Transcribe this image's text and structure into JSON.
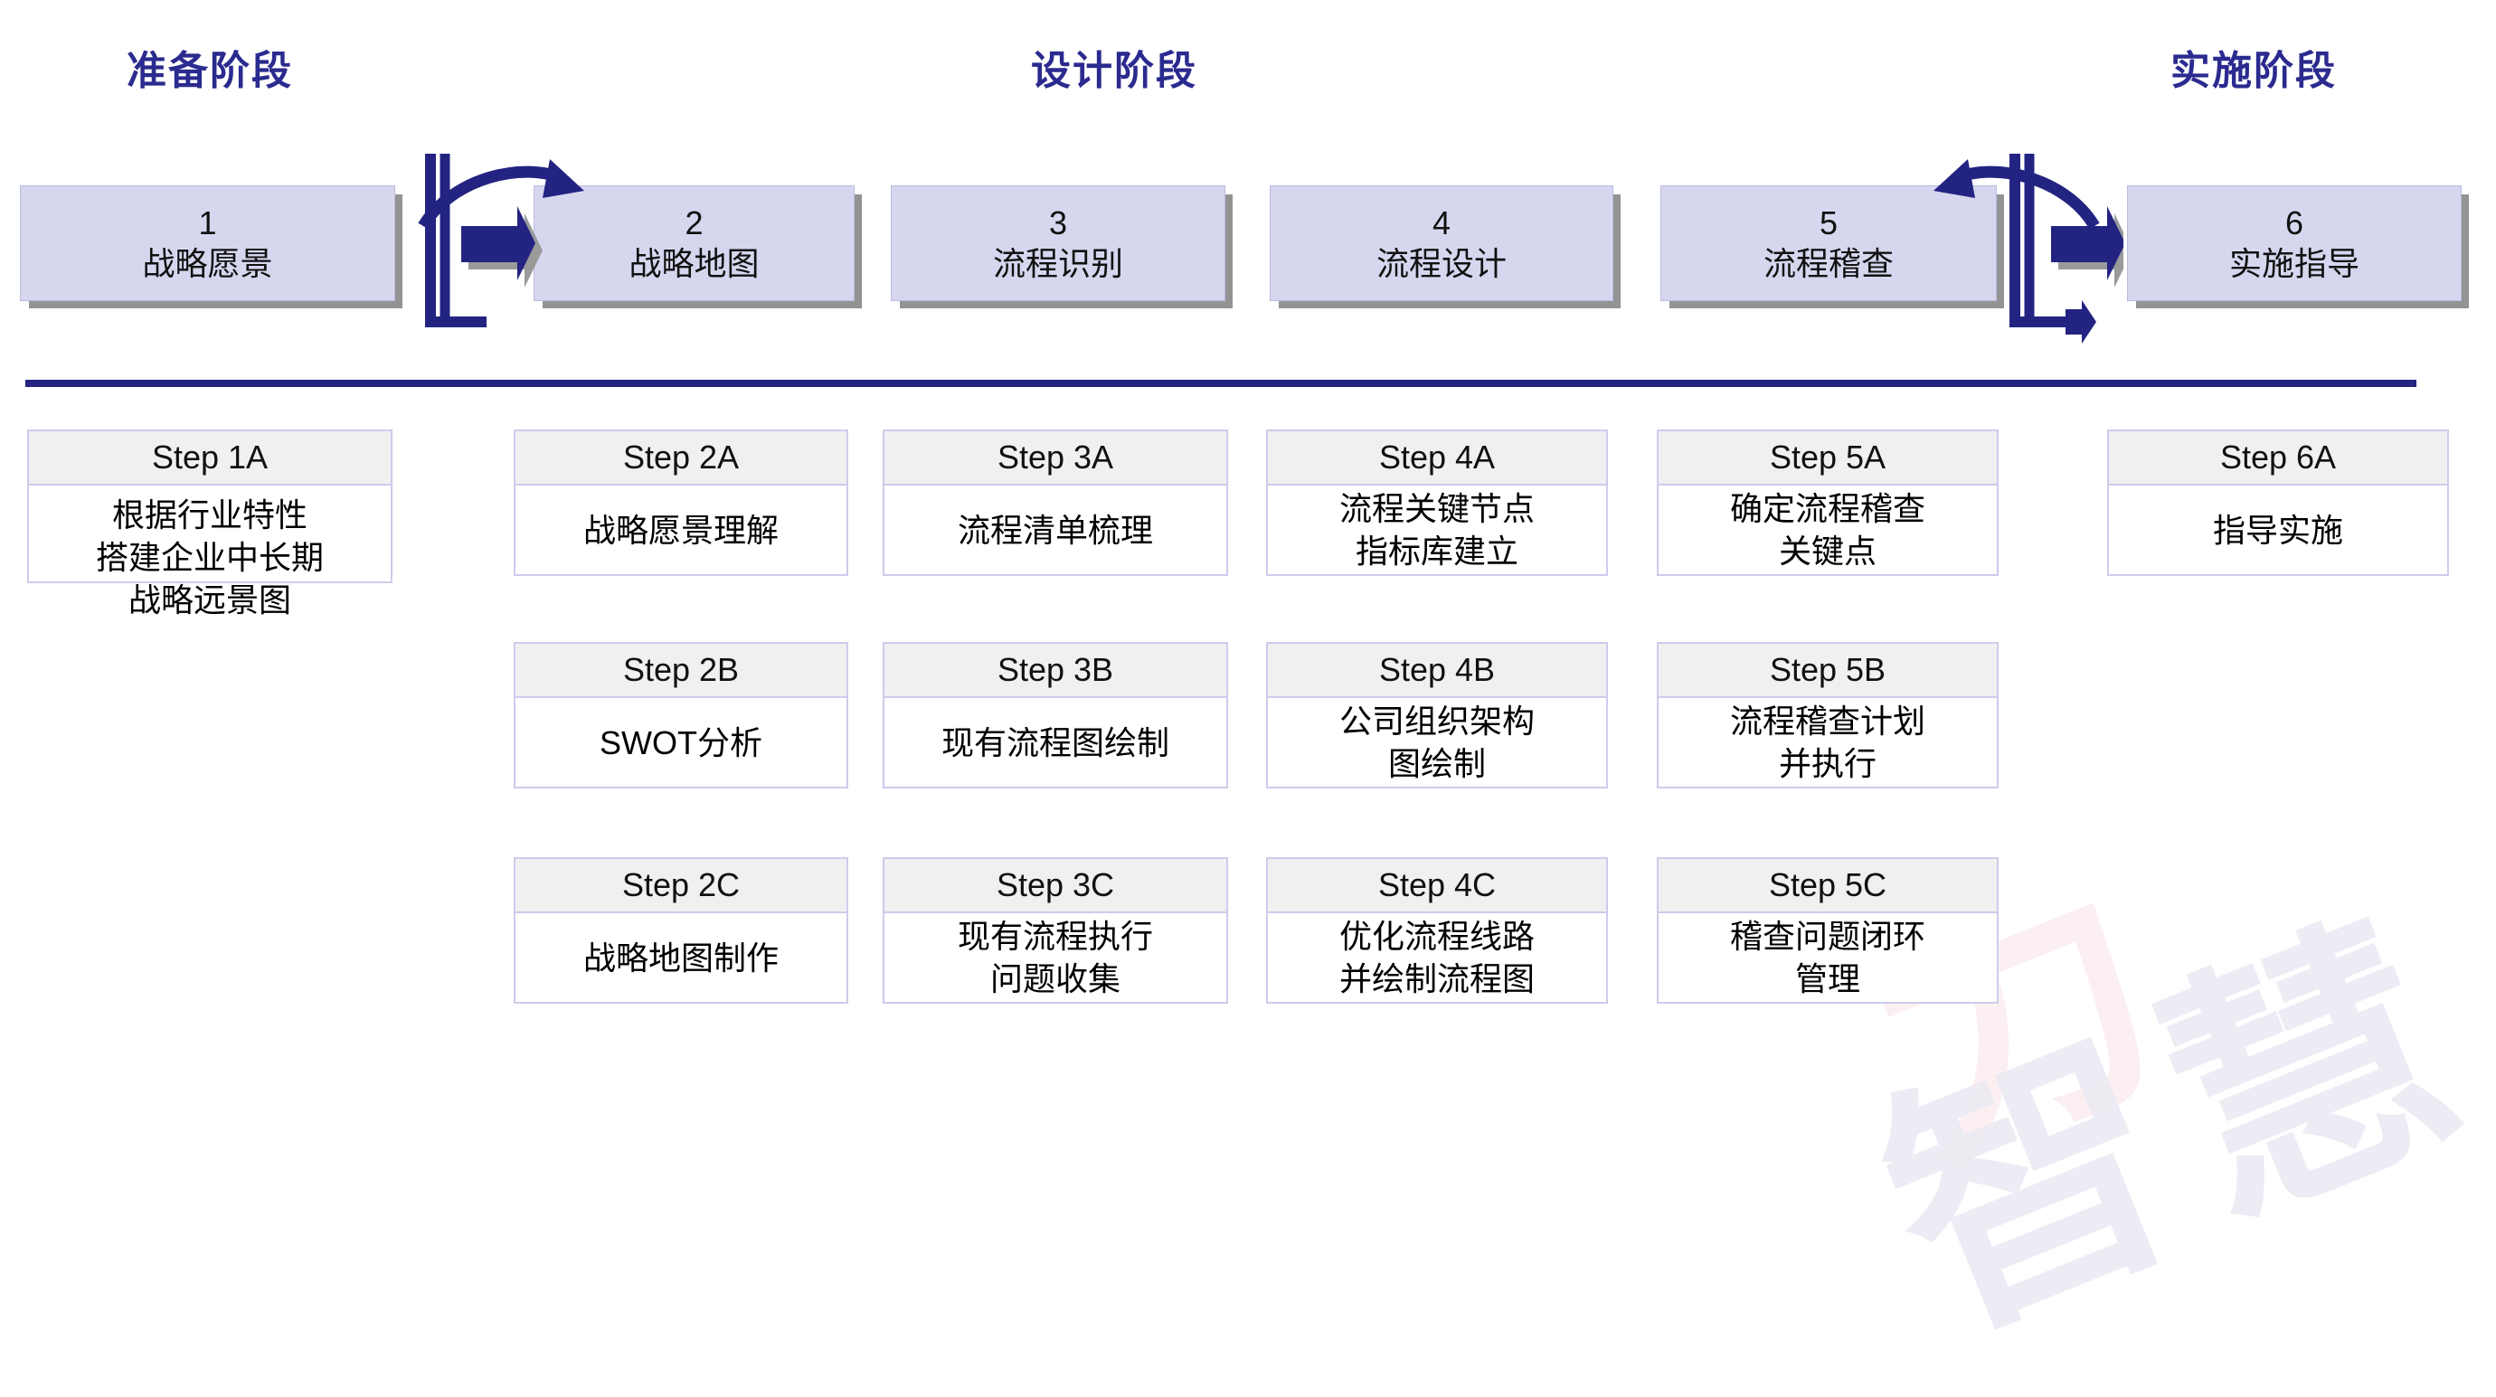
{
  "phases": [
    {
      "id": "prep",
      "label": "准备阶段"
    },
    {
      "id": "design",
      "label": "设计阶段"
    },
    {
      "id": "impl",
      "label": "实施阶段"
    }
  ],
  "stages": [
    {
      "num": "1",
      "name": "战略愿景"
    },
    {
      "num": "2",
      "name": "战略地图"
    },
    {
      "num": "3",
      "name": "流程识别"
    },
    {
      "num": "4",
      "name": "流程设计"
    },
    {
      "num": "5",
      "name": "流程稽查"
    },
    {
      "num": "6",
      "name": "实施指导"
    }
  ],
  "columns": [
    {
      "col": 1,
      "steps": [
        {
          "head": "Step 1A",
          "body": "根据行业特性\n搭建企业中长期\n战略远景图"
        }
      ]
    },
    {
      "col": 2,
      "steps": [
        {
          "head": "Step 2A",
          "body": "战略愿景理解"
        },
        {
          "head": "Step 2B",
          "body": "SWOT分析"
        },
        {
          "head": "Step 2C",
          "body": "战略地图制作"
        }
      ]
    },
    {
      "col": 3,
      "steps": [
        {
          "head": "Step 3A",
          "body": "流程清单梳理"
        },
        {
          "head": "Step 3B",
          "body": "现有流程图绘制"
        },
        {
          "head": "Step 3C",
          "body": "现有流程执行\n问题收集"
        }
      ]
    },
    {
      "col": 4,
      "steps": [
        {
          "head": "Step 4A",
          "body": "流程关键节点\n指标库建立"
        },
        {
          "head": "Step 4B",
          "body": "公司组织架构\n图绘制"
        },
        {
          "head": "Step 4C",
          "body": "优化流程线路\n并绘制流程图"
        }
      ]
    },
    {
      "col": 5,
      "steps": [
        {
          "head": "Step 5A",
          "body": "确定流程稽查\n关键点"
        },
        {
          "head": "Step 5B",
          "body": "流程稽查计划\n并执行"
        },
        {
          "head": "Step 5C",
          "body": "稽查问题闭环\n管理"
        }
      ]
    },
    {
      "col": 6,
      "steps": [
        {
          "head": "Step 6A",
          "body": "指导实施"
        }
      ]
    }
  ],
  "connectors": [
    {
      "id": "left-connector",
      "direction": "right",
      "arc": "clockwise"
    },
    {
      "id": "right-connector",
      "direction": "right",
      "arc": "counter-clockwise"
    }
  ],
  "watermark": {
    "main": "智慧",
    "red": "力"
  },
  "colors": {
    "accent": "#232382",
    "title": "#2a2a8f",
    "stage_fill": "#d6d7ef",
    "stage_border": "#b9bbe0",
    "step_border": "#ccccec",
    "step_head_fill": "#f0f0f0",
    "shadow": "#808080"
  }
}
